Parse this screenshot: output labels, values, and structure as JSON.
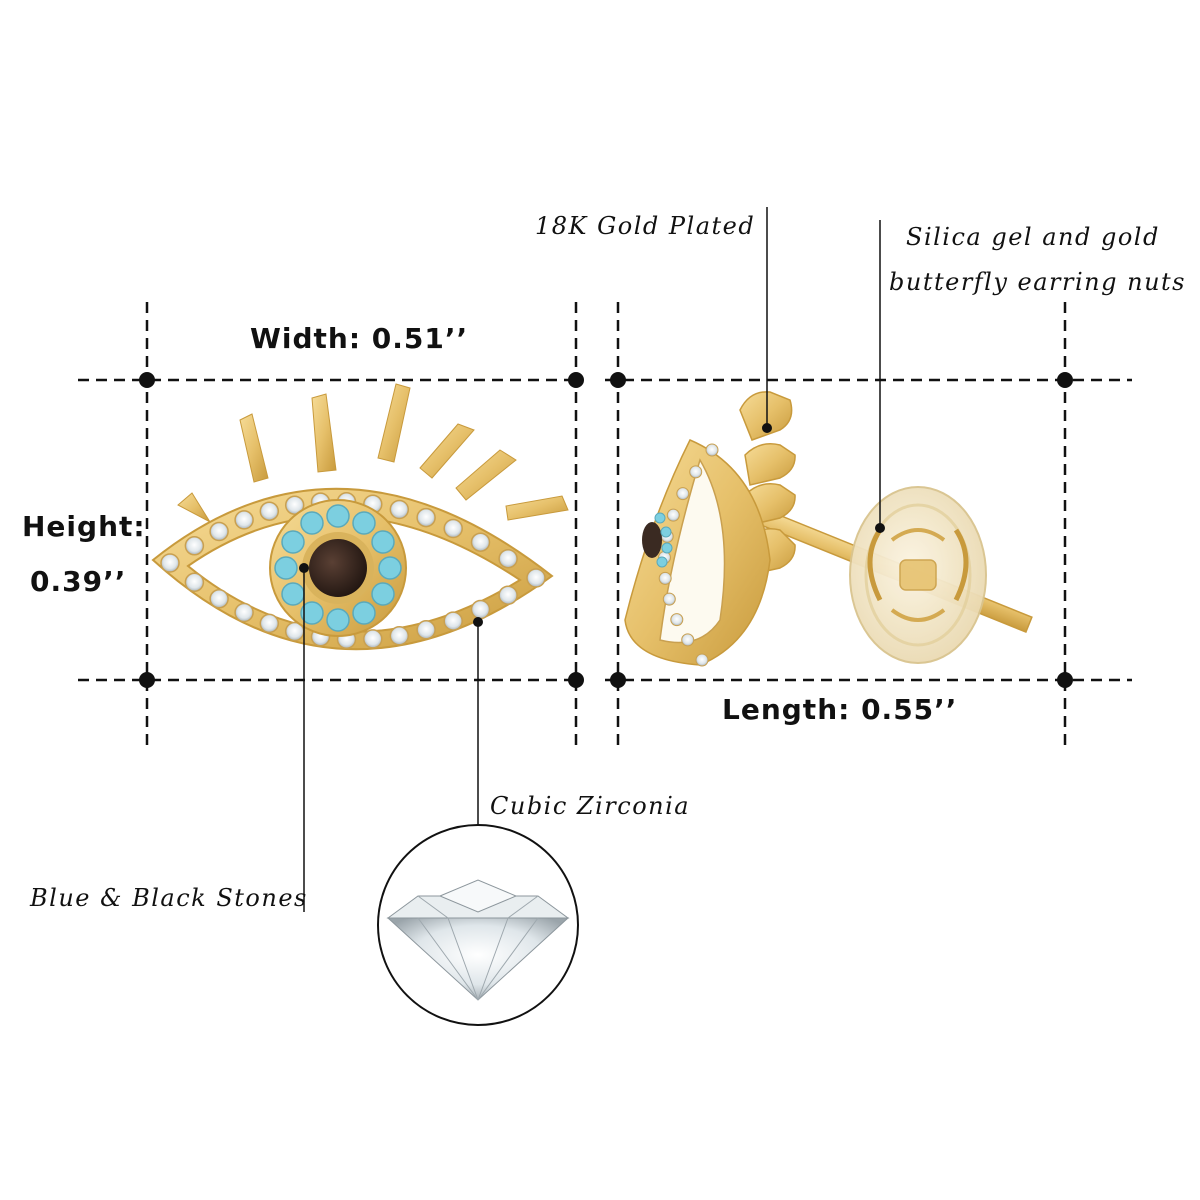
{
  "dimensions": {
    "width": "Width: 0.51’’",
    "height_label": "Height:",
    "height_value": "0.39’’",
    "length": "Length: 0.55’’"
  },
  "callouts": {
    "gold_plated": "18K Gold Plated",
    "nuts_line1": "Silica gel and gold",
    "nuts_line2": "butterfly earring nuts",
    "cubic_zirconia": "Cubic Zirconia",
    "stones": "Blue & Black Stones"
  },
  "colors": {
    "gold": "#e6c06a",
    "gold_dark": "#c89a3c",
    "turquoise": "#7ccfe0",
    "pupil": "#2a1c16",
    "line": "#111111"
  }
}
